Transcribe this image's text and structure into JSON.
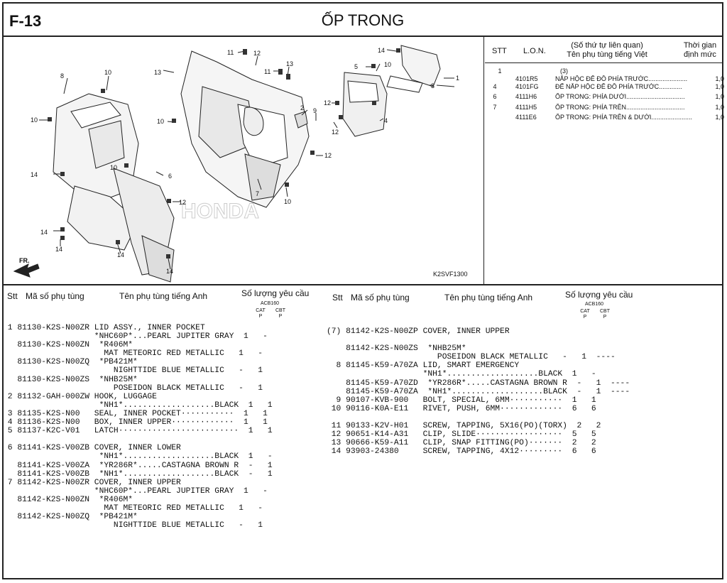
{
  "header": {
    "code": "F-13",
    "title": "ỐP TRONG"
  },
  "diagram": {
    "callouts": [
      "1",
      "2",
      "3",
      "4",
      "5",
      "6",
      "7",
      "8",
      "9",
      "10",
      "11",
      "12",
      "13",
      "14"
    ],
    "ref_code": "K2SVF1300",
    "fr_label": "FR.",
    "watermark": "HONDA"
  },
  "ref_table": {
    "headers": {
      "stt": "STT",
      "lon": "L.O.N.",
      "name_line1": "(Số thứ tự liên quan)",
      "name_line2": "Tên phụ tùng tiếng Việt",
      "time_line1": "Thời gian",
      "time_line2": "định mức"
    },
    "rows": [
      {
        "stt": "1",
        "lon": "",
        "name": "(3)",
        "time": ""
      },
      {
        "stt": "",
        "lon": "4101R5",
        "name": "NẮP HỘC ĐỂ ĐỒ PHÍA TRƯỚC......................",
        "time": "1,0"
      },
      {
        "stt": "4",
        "lon": "4101FG",
        "name": "ĐẾ NẮP HỘC ĐỂ ĐỒ PHÍA TRƯỚC.............",
        "time": "1,0"
      },
      {
        "stt": "6",
        "lon": "4111H6",
        "name": "ỐP TRONG: PHÍA DƯỚI.................................",
        "time": "1,0"
      },
      {
        "stt": "7",
        "lon": "4111H5",
        "name": "ỐP TRONG: PHÍA TRÊN.................................",
        "time": "1,0"
      },
      {
        "stt": "",
        "lon": "4111E6",
        "name": "ỐP TRONG: PHÍA TRÊN & DƯỚI.......................",
        "time": "1,0"
      }
    ]
  },
  "parts_header": {
    "stt": "Stt",
    "code": "Mã số phụ tùng",
    "name": "Tên phụ tùng tiếng Anh",
    "qty": "Số lượng yêu cầu",
    "model": "ACB160",
    "cat": "CAT",
    "cbt": "CBT",
    "p": "P"
  },
  "parts_left": [
    " 1 81130-K2S-N00ZR LID ASSY., INNER POCKET",
    "                   *NHC60P*...PEARL JUPITER GRAY  1   -",
    "   81130-K2S-N00ZN  *R406M*",
    "                     MAT METEORIC RED METALLIC   1   -",
    "   81130-K2S-N00ZQ  *PB421M*",
    "                       NIGHTTIDE BLUE METALLIC   -   1",
    "   81130-K2S-N00ZS  *NHB25M*",
    "                       POSEIDON BLACK METALLIC   -   1",
    " 2 81132-GAH-000ZW HOOK, LUGGAGE",
    "                    *NH1*...................BLACK  1   1",
    " 3 81135-K2S-N00   SEAL, INNER POCKET···········  1   1",
    " 4 81136-K2S-N00   BOX, INNER UPPER·············  1   1",
    " 5 81137-K2C-V01   LATCH·························  1   1",
    "",
    " 6 81141-K2S-V00ZB COVER, INNER LOWER",
    "                    *NH1*...................BLACK  1   -",
    "   81141-K2S-V00ZA  *YR286R*.....CASTAGNA BROWN R  -   1",
    "   81141-K2S-V00ZB  *NH1*...................BLACK  -   1",
    " 7 81142-K2S-N00ZR COVER, INNER UPPER",
    "                   *NHC60P*...PEARL JUPITER GRAY  1   -",
    "   81142-K2S-N00ZN  *R406M*",
    "                     MAT METEORIC RED METALLIC   1   -",
    "   81142-K2S-N00ZQ  *PB421M*",
    "                       NIGHTTIDE BLUE METALLIC   -   1"
  ],
  "parts_right": [
    "(7) 81142-K2S-N00ZP COVER, INNER UPPER",
    "",
    "    81142-K2S-N00ZS  *NHB25M*",
    "                       POSEIDON BLACK METALLIC   -   1  ----",
    "  8 81145-K59-A70ZA LID, SMART EMERGENCY",
    "                    *NH1*...................BLACK  1   -",
    "    81145-K59-A70ZD  *YR286R*.....CASTAGNA BROWN R  -   1  ----",
    "    81145-K59-A70ZA  *NH1*...................BLACK  -   1  ----",
    "  9 90107-KVB-900   BOLT, SPECIAL, 6MM···········  1   1",
    " 10 90116-K0A-E11   RIVET, PUSH, 6MM·············  6   6",
    "",
    " 11 90133-K2V-H01   SCREW, TAPPING, 5X16(PO)(TORX)  2   2",
    " 12 90651-K14-A31   CLIP, SLIDE··················  5   5",
    " 13 90666-K59-A11   CLIP, SNAP FITTING(PO)·······  2   2",
    " 14 93903-24380     SCREW, TAPPING, 4X12·········  6   6"
  ]
}
